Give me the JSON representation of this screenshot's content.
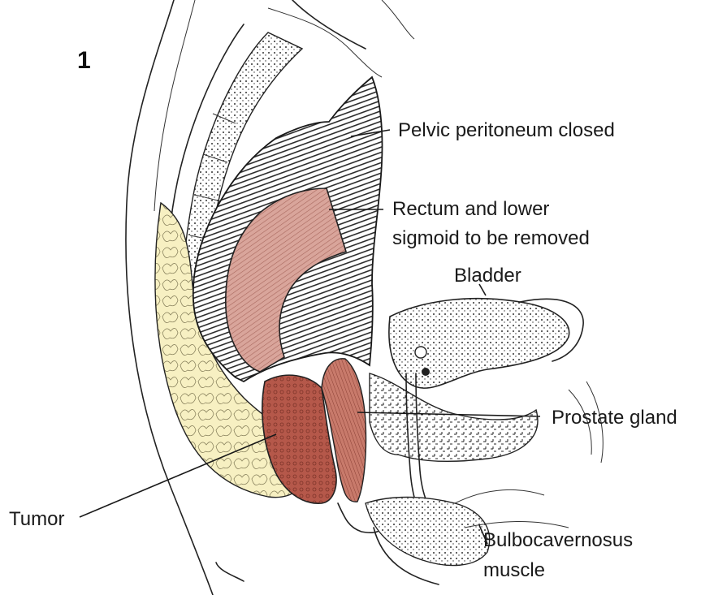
{
  "figure": {
    "number": "1",
    "colors": {
      "peritoneum_hatch": "#2b2b2b",
      "rectum": "#d9a59b",
      "rectum_stripe": "#a8675d",
      "tumor": "#b5584a",
      "fat": "#f7f0c2",
      "line": "#222222"
    }
  },
  "labels": {
    "pelvic_peritoneum": "Pelvic peritoneum closed",
    "rectum_line1": "Rectum and lower",
    "rectum_line2": "sigmoid to be removed",
    "bladder": "Bladder",
    "prostate": "Prostate gland",
    "tumor": "Tumor",
    "bulbo_line1": "Bulbocavernosus",
    "bulbo_line2": "muscle"
  }
}
